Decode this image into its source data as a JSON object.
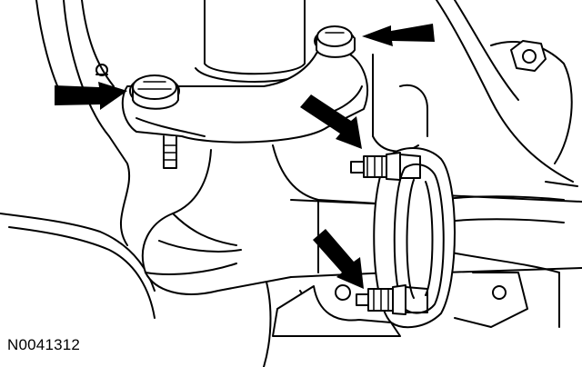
{
  "figure": {
    "id_label": "N0041312"
  },
  "colors": {
    "line": "#000000",
    "fill": "#ffffff",
    "arrow": "#000000"
  },
  "callouts": [
    {
      "name": "arrow-top-right-flange-nut",
      "target": "flange-nut-top"
    },
    {
      "name": "arrow-left-flange-nut",
      "target": "flange-nut-left"
    },
    {
      "name": "arrow-upper-clamp-bolt",
      "target": "clamp-bolt-upper"
    },
    {
      "name": "arrow-lower-clamp-bolt",
      "target": "clamp-bolt-lower"
    }
  ]
}
